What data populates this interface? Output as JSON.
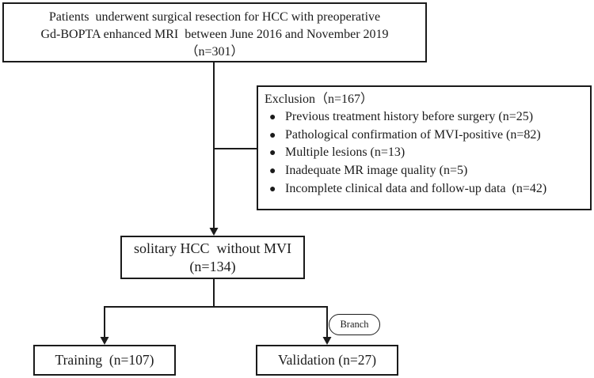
{
  "flowchart": {
    "top_box": {
      "line1": "Patients  underwent surgical resection for HCC with preoperative",
      "line2": "Gd-BOPTA enhanced MRI  between June 2016 and November 2019",
      "line3": "（n=301）"
    },
    "exclusion_box": {
      "heading": "Exclusion（n=167）",
      "bullet_glyph": "●",
      "items": [
        "Previous treatment history before surgery (n=25)",
        "Pathological confirmation of MVI-positive (n=82)",
        "Multiple lesions (n=13)",
        "Inadequate MR image quality (n=5)",
        "Incomplete clinical data and follow-up data  (n=42)"
      ]
    },
    "middle_box": {
      "line1": "solitary HCC  without MVI",
      "line2": "(n=134)"
    },
    "training_box": {
      "label": "Training  (n=107)"
    },
    "validation_box": {
      "label": "Validation (n=27)"
    },
    "branch_label": "Branch",
    "colors": {
      "line": "#1b1b1b",
      "text": "#1b1b1b",
      "background": "#ffffff"
    }
  }
}
